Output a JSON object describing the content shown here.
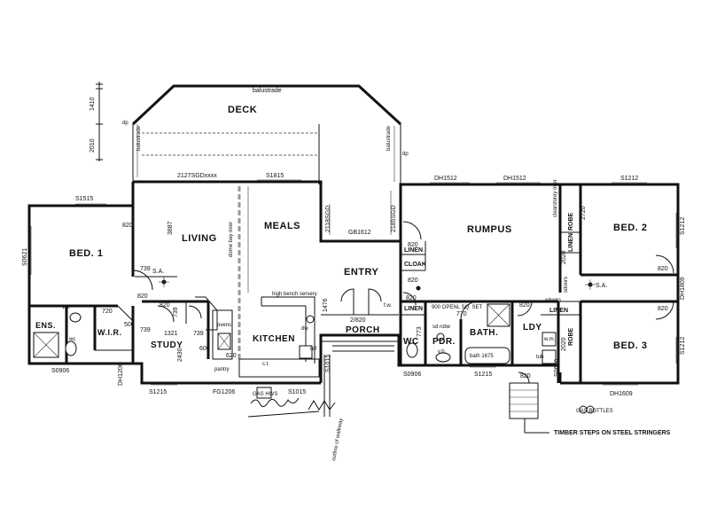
{
  "rooms": {
    "deck": "DECK",
    "bed1": "BED. 1",
    "living": "LIVING",
    "meals": "MEALS",
    "entry": "ENTRY",
    "rumpus": "RUMPUS",
    "bed2": "BED. 2",
    "bed3": "BED. 3",
    "ens": "ENS.",
    "wir": "W.I.R.",
    "study": "STUDY",
    "kitchen": "KITCHEN",
    "porch": "PORCH",
    "wc": "WC",
    "pdr": "PDR.",
    "bath": "BATH.",
    "ldy": "LDY"
  },
  "labels": {
    "balustrade": "balustrade",
    "sa": "S.A.",
    "linen": "LINEN",
    "cloak": "CLOAK",
    "robe": "ROBE",
    "pantry": "pantry",
    "bench": "high bench servery",
    "walkway": "outline of walkway",
    "stringers": "TIMBER STEPS ON STEEL STRINGERS",
    "hws": "GAS HWS",
    "bottles": "GAS BOTTLES",
    "dp": "dp",
    "vb": "v.b.",
    "opening": "900 OPENL SQ. SET",
    "bath1675": "bath 1675",
    "sdrobe": "sd robe",
    "dw": "dw",
    "wm": "w.m.",
    "tub": "tub",
    "ct": "c.t.",
    "dome": "dome bay over",
    "sdoors": "sdoors",
    "clearstorey": "clearstorey over",
    "ref": "ref",
    "wc_small": "wc",
    "ovens": "ovens",
    "fw": "f.w."
  },
  "dimensions": {
    "v1410": "1410",
    "v2010": "2010",
    "s1815": "S1815",
    "sgd": "2127SGDxxxx",
    "s1515": "S1515",
    "dh1512a": "DH1512",
    "dh1512b": "DH1512",
    "s1212top": "S1212",
    "s2118sgd": "2118SGD",
    "s2185sgd": "2185SGD",
    "gb1612": "GB1612",
    "d3887": "3887",
    "s0621": "S0621",
    "d820": "820",
    "d739": "739",
    "d720": "720",
    "d500": "500",
    "d1321": "1321",
    "d2430": "2430",
    "s1215a": "S1215",
    "fg1206": "FG1206",
    "s1015a": "S1015",
    "s1015b": "S1015",
    "s0906a": "S0906",
    "dh1206": "DH1206",
    "d2820": "2/820",
    "d770": "770",
    "d773": "773",
    "s0906b": "S0906",
    "s1215b": "S1215",
    "s0606": "S0606",
    "dh1609": "DH1609",
    "s1212r1": "S1212",
    "s1212r2": "S1212",
    "dh1809": "DH1809",
    "d1476": "1476",
    "d2020": "2020",
    "d600": "600",
    "d620": "620",
    "s2720": "2720",
    "s2020": "2020"
  }
}
